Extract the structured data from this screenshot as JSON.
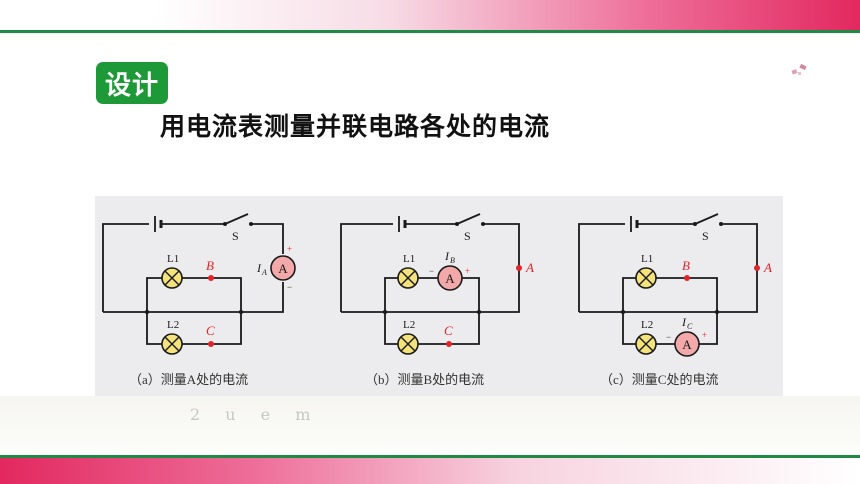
{
  "slide": {
    "badge": "设计",
    "title": "用电流表测量并联电路各处的电流"
  },
  "colors": {
    "accent_green": "#1d9a37",
    "accent_pink": "#e2285f",
    "wire": "#1a1a1a",
    "bulb": "#f4e37a",
    "ammeter": "#f3a9a9",
    "point": "#e0252a"
  },
  "circuits": [
    {
      "switch_label": "S",
      "bulb_top_label": "L1",
      "bulb_bottom_label": "L2",
      "point_top_label": "B",
      "point_bottom_label": "C",
      "ammeter_symbol": "A",
      "ammeter_current": "I",
      "ammeter_subscript": "A",
      "plus": "+",
      "minus": "−",
      "caption": "（a）测量A处的电流"
    },
    {
      "switch_label": "S",
      "bulb_top_label": "L1",
      "bulb_bottom_label": "L2",
      "point_right_label": "A",
      "point_bottom_label": "C",
      "ammeter_symbol": "A",
      "ammeter_current": "I",
      "ammeter_subscript": "B",
      "plus": "+",
      "minus": "−",
      "caption": "（b）测量B处的电流"
    },
    {
      "switch_label": "S",
      "bulb_top_label": "L1",
      "bulb_bottom_label": "L2",
      "point_top_label": "B",
      "point_right_label": "A",
      "ammeter_symbol": "A",
      "ammeter_current": "I",
      "ammeter_subscript": "C",
      "plus": "+",
      "minus": "−",
      "caption": "（c）测量C处的电流"
    }
  ],
  "watermark_text": "2 u e m"
}
